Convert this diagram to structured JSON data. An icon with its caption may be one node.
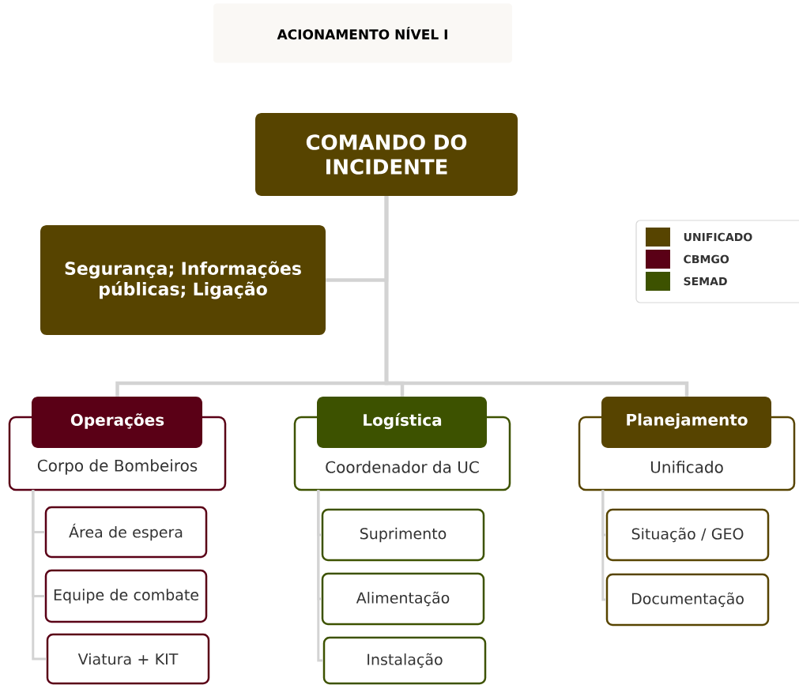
{
  "diagram": {
    "title": "ACIONAMENTO NÍVEL I",
    "nodes": [
      {
        "text": [
          "COMANDO DO INCIDENTE"
        ]
      },
      {
        "text": [
          "Segurança; Informações públicas; Ligação"
        ]
      },
      {
        "text": [
          "Operações",
          "Corpo de Bombeiros"
        ]
      },
      {
        "text": [
          "Logística",
          "Coordenador da UC"
        ]
      },
      {
        "text": [
          "Planejamento",
          "Unificado"
        ]
      },
      {
        "text": [
          "Área de espera"
        ]
      },
      {
        "text": [
          "Equipe de combate"
        ]
      },
      {
        "text": [
          "Viatura + KIT"
        ]
      },
      {
        "text": [
          "Suprimento"
        ]
      },
      {
        "text": [
          "Alimentação"
        ]
      },
      {
        "text": [
          "Instalação"
        ]
      },
      {
        "text": [
          "Situação / GEO"
        ]
      },
      {
        "text": [
          "Documentação"
        ]
      }
    ],
    "edges": [
      {
        "from": 0,
        "to": 1,
        "arrow": "none"
      },
      {
        "from": 0,
        "to": 2,
        "arrow": "none"
      },
      {
        "from": 0,
        "to": 3,
        "arrow": "none"
      },
      {
        "from": 0,
        "to": 4,
        "arrow": "none"
      },
      {
        "from": 2,
        "to": 5,
        "arrow": "none"
      },
      {
        "from": 2,
        "to": 6,
        "arrow": "none"
      },
      {
        "from": 2,
        "to": 7,
        "arrow": "none"
      },
      {
        "from": 3,
        "to": 8,
        "arrow": "none"
      },
      {
        "from": 3,
        "to": 9,
        "arrow": "none"
      },
      {
        "from": 3,
        "to": 10,
        "arrow": "none"
      },
      {
        "from": 4,
        "to": 11,
        "arrow": "none"
      },
      {
        "from": 4,
        "to": 12,
        "arrow": "none"
      }
    ],
    "legend": [
      {
        "text": "UNIFICADO",
        "color": "#574400"
      },
      {
        "text": "CBMGO",
        "color": "#5a0016"
      },
      {
        "text": "SEMAD",
        "color": "#3d5200"
      }
    ]
  }
}
